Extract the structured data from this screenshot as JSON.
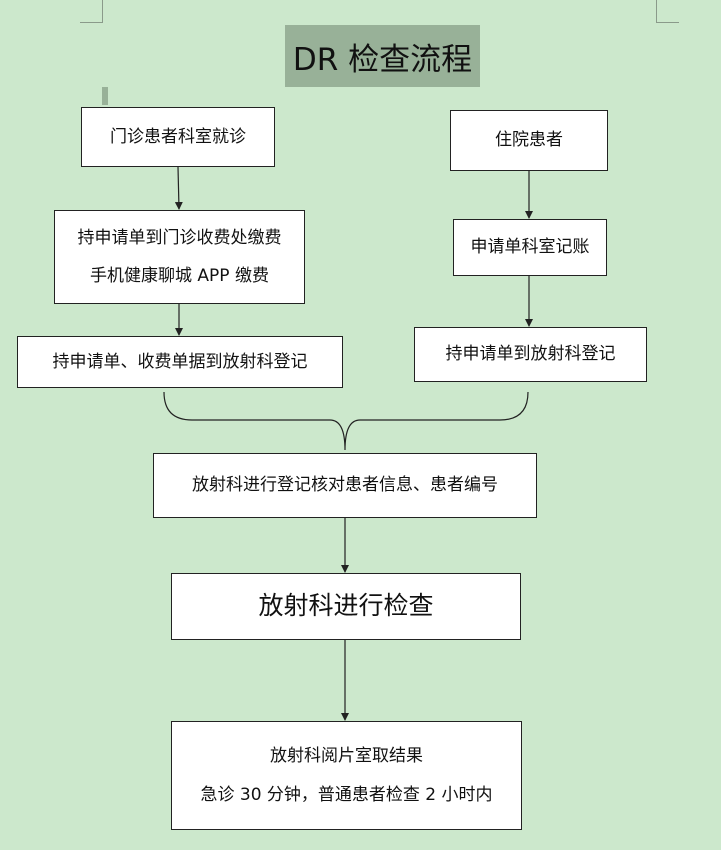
{
  "title": "DR 检查流程",
  "nodes": {
    "outpatient": "门诊患者科室就诊",
    "inpatient": "住院患者",
    "pay_line1": "持申请单到门诊收费处缴费",
    "pay_line2": "手机健康聊城 APP 缴费",
    "dept_billing": "申请单科室记账",
    "register_outpatient": "持申请单、收费单据到放射科登记",
    "register_inpatient": "持申请单到放射科登记",
    "verify": "放射科进行登记核对患者信息、患者编号",
    "exam": "放射科进行检查",
    "result_line1": "放射科阅片室取结果",
    "result_line2": "急诊 30 分钟，普通患者检查 2 小时内"
  },
  "colors": {
    "background": "#cce8cc",
    "title_fill": "#98b198",
    "box_fill": "#ffffff",
    "line": "#222222"
  }
}
